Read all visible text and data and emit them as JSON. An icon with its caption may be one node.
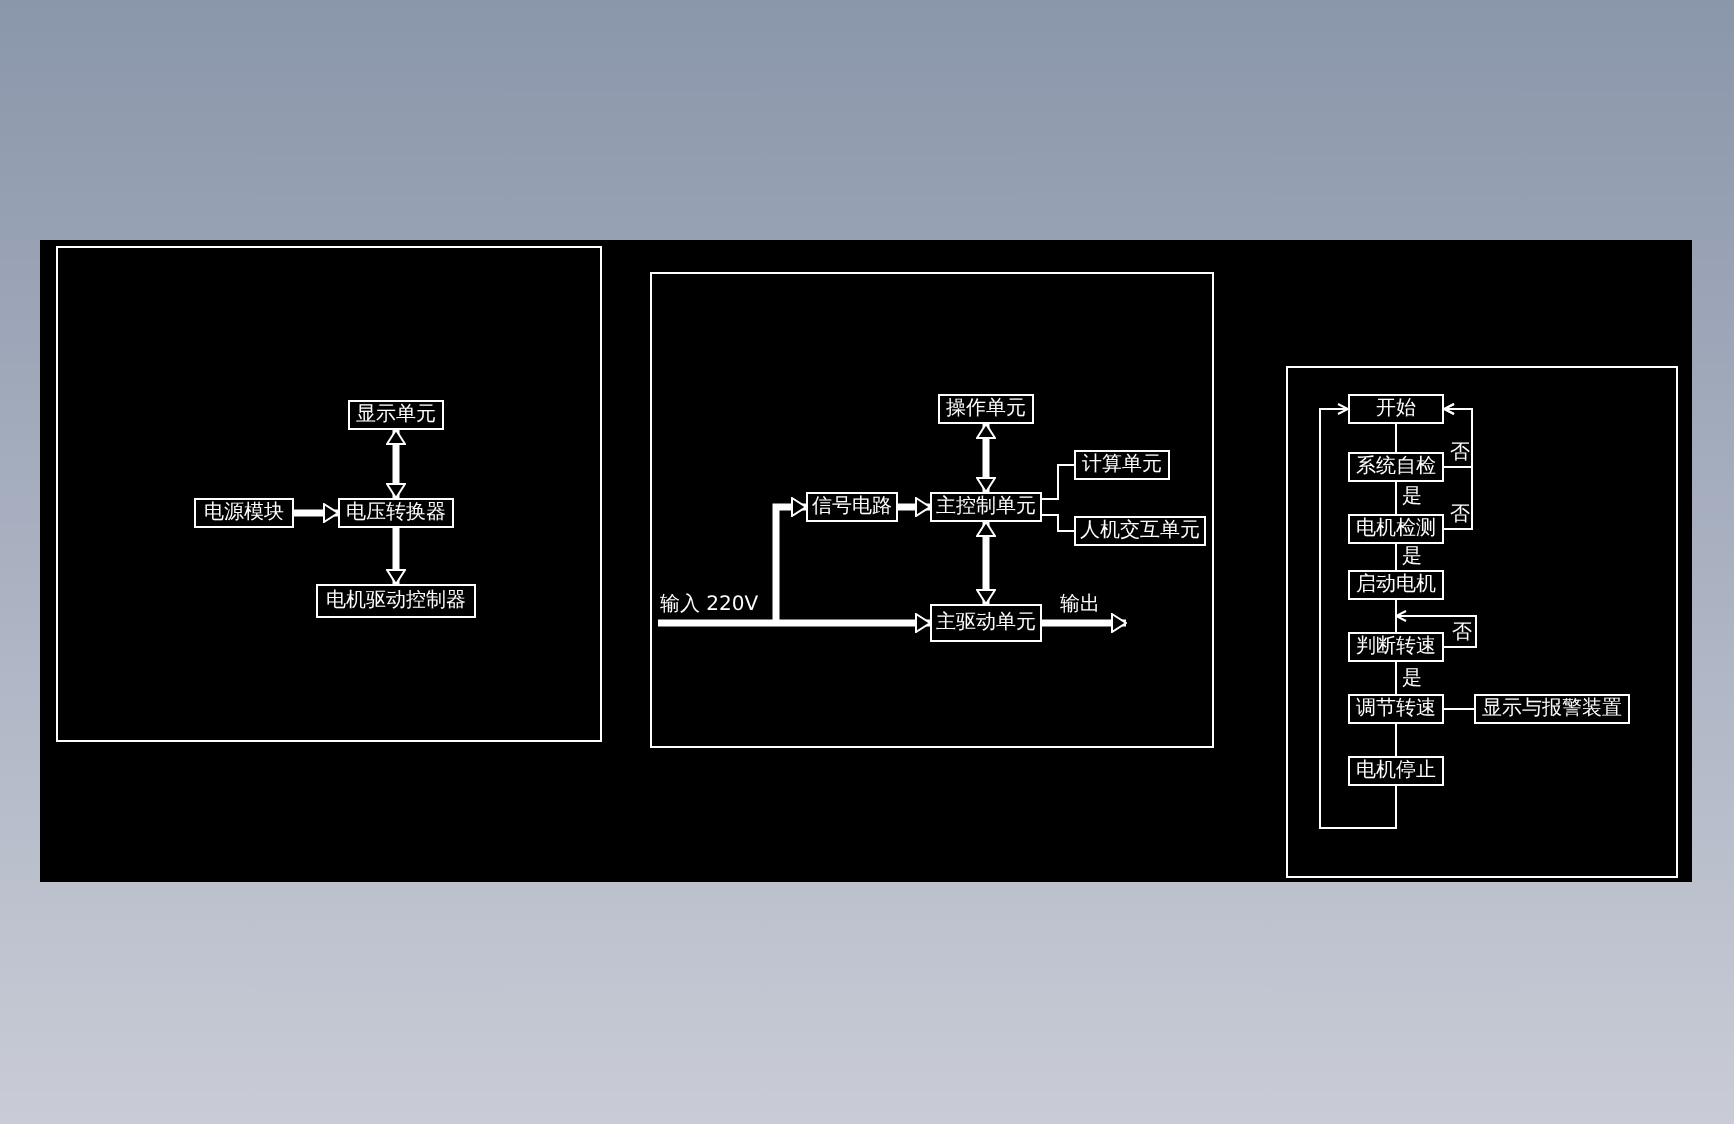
{
  "diagram": {
    "nodes": [
      {
        "text": [],
        "shape": "box"
      },
      {
        "text": [],
        "shape": "box"
      },
      {
        "text": [],
        "shape": "box"
      },
      {
        "text": [
          "显示单元"
        ],
        "in": 0
      },
      {
        "text": [
          "电源模块"
        ],
        "in": 0
      },
      {
        "text": [
          "电压转换器"
        ],
        "in": 0
      },
      {
        "text": [
          "电机驱动控制器"
        ],
        "in": 0
      },
      {
        "text": [
          "操作单元"
        ],
        "in": 1
      },
      {
        "text": [
          "信号电路"
        ],
        "in": 1
      },
      {
        "text": [
          "主控制单元"
        ],
        "in": 1
      },
      {
        "text": [
          "计算单元"
        ],
        "in": 1
      },
      {
        "text": [
          "人机交互单元"
        ],
        "in": 1
      },
      {
        "text": [
          "主驱动单元"
        ],
        "in": 1
      },
      {
        "text": [
          "开始"
        ],
        "in": 2
      },
      {
        "text": [
          "系统自检"
        ],
        "in": 2
      },
      {
        "text": [
          "电机检测"
        ],
        "in": 2
      },
      {
        "text": [
          "启动电机"
        ],
        "in": 2
      },
      {
        "text": [
          "判断转速"
        ],
        "in": 2
      },
      {
        "text": [
          "调节转速"
        ],
        "in": 2
      },
      {
        "text": [
          "显示与报警装置"
        ],
        "in": 2
      },
      {
        "text": [
          "电机停止"
        ],
        "in": 2
      }
    ],
    "edges": [
      {
        "from": 5,
        "to": 3,
        "arrow": "both",
        "style": "thick"
      },
      {
        "from": 4,
        "to": 5,
        "arrow": "to",
        "style": "thick"
      },
      {
        "from": 5,
        "to": 6,
        "arrow": "to",
        "style": "thick"
      },
      {
        "from": 9,
        "to": 7,
        "arrow": "both",
        "style": "thick"
      },
      {
        "from": 8,
        "to": 9,
        "arrow": "to",
        "style": "thick"
      },
      {
        "from": 9,
        "to": 10,
        "arrow": "none"
      },
      {
        "from": 9,
        "to": 11,
        "arrow": "none"
      },
      {
        "from": 9,
        "to": 12,
        "arrow": "both",
        "style": "thick"
      },
      {
        "from": null,
        "to": 8,
        "arrow": "to",
        "style": "thick"
      },
      {
        "from": null,
        "to": 12,
        "arrow": "to",
        "style": "thick",
        "label": "输入 220V"
      },
      {
        "from": 12,
        "to": null,
        "arrow": "to",
        "style": "thick",
        "label": "输出"
      },
      {
        "from": 13,
        "to": 14,
        "arrow": "none"
      },
      {
        "from": 14,
        "to": 13,
        "arrow": "to",
        "label": "否"
      },
      {
        "from": 15,
        "to": 13,
        "arrow": "to",
        "label": "否"
      },
      {
        "from": 14,
        "to": 15,
        "arrow": "none",
        "label": "是"
      },
      {
        "from": 15,
        "to": 16,
        "arrow": "none",
        "label": "是"
      },
      {
        "from": 16,
        "to": 17,
        "arrow": "none"
      },
      {
        "from": 17,
        "to": 17,
        "arrow": "to",
        "label": "否"
      },
      {
        "from": 17,
        "to": 18,
        "arrow": "none",
        "label": "是"
      },
      {
        "from": 18,
        "to": 19,
        "arrow": "none"
      },
      {
        "from": 18,
        "to": 20,
        "arrow": "none"
      },
      {
        "from": 20,
        "to": 13,
        "arrow": "to"
      }
    ]
  }
}
